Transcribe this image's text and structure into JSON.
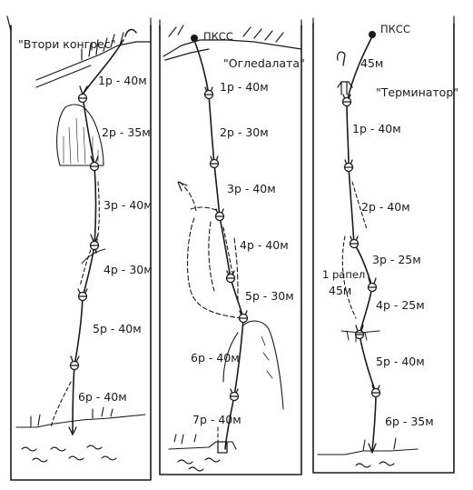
{
  "routes": [
    {
      "name": "\"Втори конгрес\"",
      "pitches": [
        "1р - 40м",
        "2р - 35м",
        "3р - 40м",
        "4р - 30м",
        "5р - 40м",
        "6р - 40м"
      ]
    },
    {
      "name": "\"Оглеdалата\"",
      "start": "ПКСС",
      "pitches": [
        "1р - 40м",
        "2р - 30м",
        "3р - 40м",
        "4р - 40м",
        "5р - 30м",
        "6р - 40м",
        "7р - 40м"
      ]
    },
    {
      "name": "\"Терминатор\"",
      "start": "ПКСС",
      "approach": "45м",
      "pitches": [
        "1р - 40м",
        "2р - 40м",
        "3р - 25м",
        "4р - 25м",
        "5р - 40м",
        "6р - 35м"
      ],
      "rappel": "1 рапел",
      "rappel_length": "45м"
    }
  ]
}
